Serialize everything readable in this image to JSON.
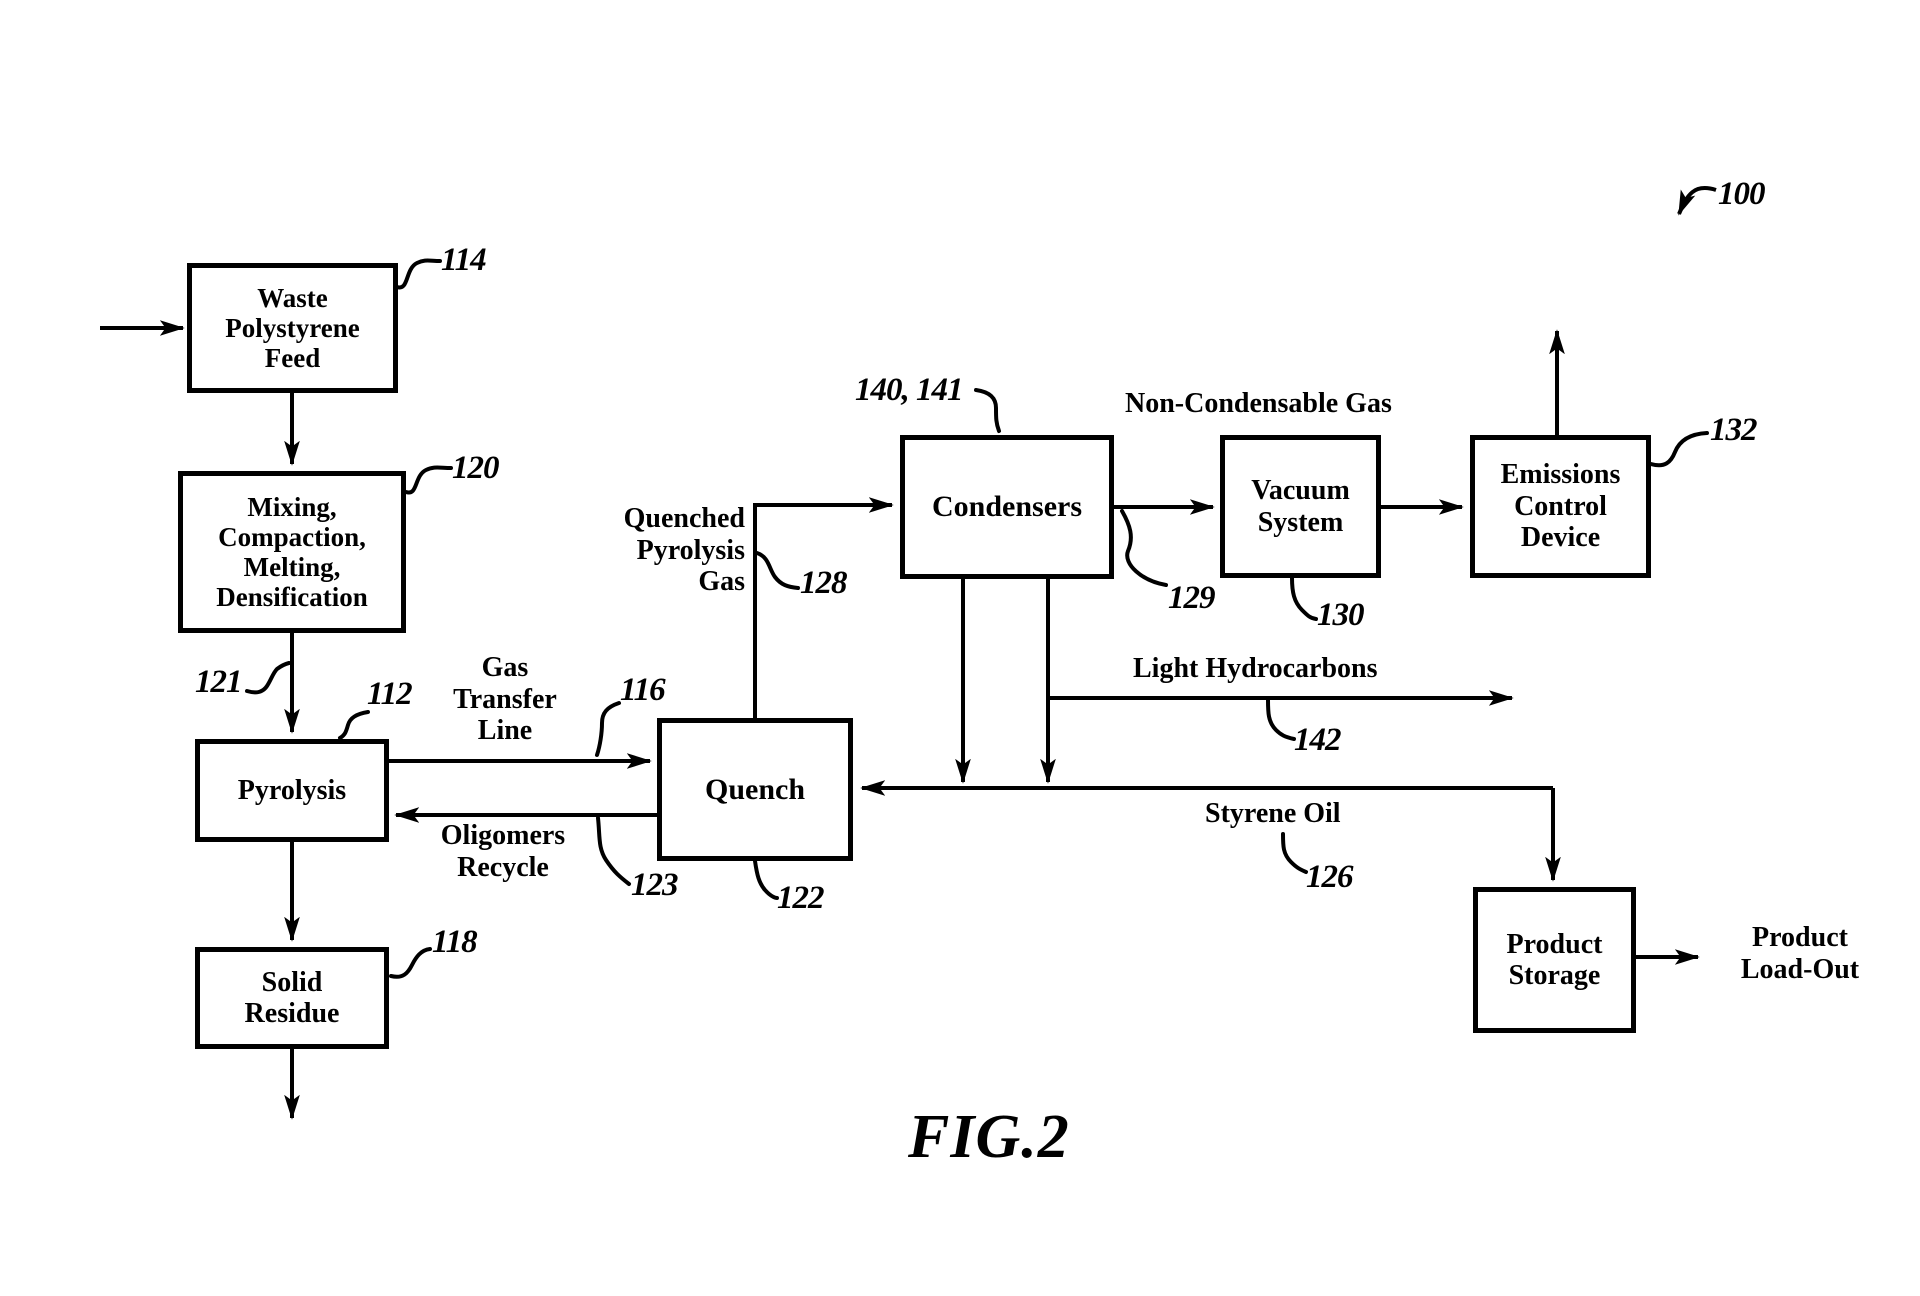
{
  "figure": {
    "title": "FIG.2",
    "system_ref": "100"
  },
  "boxes": {
    "waste_feed": "Waste\nPolystyrene\nFeed",
    "mixing": "Mixing,\nCompaction,\nMelting,\nDensification",
    "pyrolysis": "Pyrolysis",
    "solid_residue": "Solid\nResidue",
    "quench": "Quench",
    "condensers": "Condensers",
    "vacuum": "Vacuum\nSystem",
    "emissions": "Emissions\nControl\nDevice",
    "product_storage": "Product\nStorage"
  },
  "streams": {
    "quenched_gas": "Quenched\nPyrolysis\nGas",
    "gas_transfer": "Gas\nTransfer\nLine",
    "oligomers": "Oligomers\nRecycle",
    "non_condensable": "Non-Condensable Gas",
    "light_hc": "Light Hydrocarbons",
    "styrene": "Styrene Oil",
    "product_loadout": "Product\nLoad-Out"
  },
  "refs": {
    "r100": "100",
    "r112": "112",
    "r114": "114",
    "r116": "116",
    "r118": "118",
    "r120": "120",
    "r121": "121",
    "r122": "122",
    "r123": "123",
    "r126": "126",
    "r128": "128",
    "r129": "129",
    "r130": "130",
    "r132": "132",
    "r140_141": "140, 141",
    "r142": "142"
  },
  "colors": {
    "ink": "#000000",
    "background": "#ffffff"
  }
}
